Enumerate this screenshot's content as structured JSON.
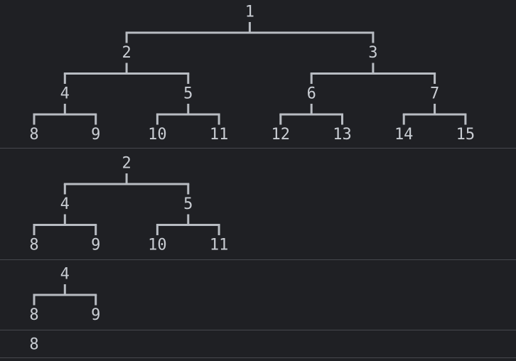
{
  "colors": {
    "background": "#1f2024",
    "text": "#c9cdd3",
    "connector": "#b8bcc2",
    "divider": "#46484d"
  },
  "panels": [
    {
      "name": "tree-rooted-at-1",
      "root": {
        "label": "1",
        "children": [
          {
            "label": "2",
            "children": [
              {
                "label": "4",
                "children": [
                  {
                    "label": "8"
                  },
                  {
                    "label": "9"
                  }
                ]
              },
              {
                "label": "5",
                "children": [
                  {
                    "label": "10"
                  },
                  {
                    "label": "11"
                  }
                ]
              }
            ]
          },
          {
            "label": "3",
            "children": [
              {
                "label": "6",
                "children": [
                  {
                    "label": "12"
                  },
                  {
                    "label": "13"
                  }
                ]
              },
              {
                "label": "7",
                "children": [
                  {
                    "label": "14"
                  },
                  {
                    "label": "15"
                  }
                ]
              }
            ]
          }
        ]
      }
    },
    {
      "name": "tree-rooted-at-2",
      "root": {
        "label": "2",
        "children": [
          {
            "label": "4",
            "children": [
              {
                "label": "8"
              },
              {
                "label": "9"
              }
            ]
          },
          {
            "label": "5",
            "children": [
              {
                "label": "10"
              },
              {
                "label": "11"
              }
            ]
          }
        ]
      }
    },
    {
      "name": "tree-rooted-at-4",
      "root": {
        "label": "4",
        "children": [
          {
            "label": "8"
          },
          {
            "label": "9"
          }
        ]
      }
    },
    {
      "name": "tree-rooted-at-8",
      "root": {
        "label": "8"
      }
    }
  ]
}
